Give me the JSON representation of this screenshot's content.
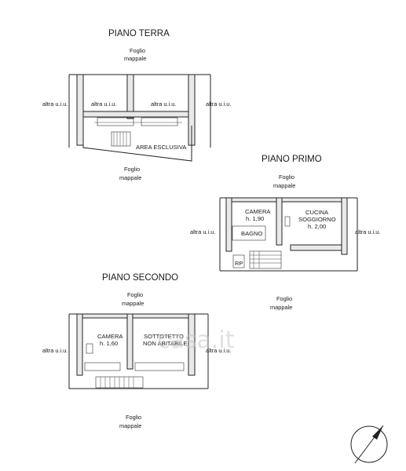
{
  "floors": {
    "ground": {
      "title": "PIANO TERRA",
      "foglio_top": "Foglio",
      "mappale_top": "mappale",
      "neighbor_left": "altra u.i.u.",
      "neighbor_inner_left": "altra u.i.u.",
      "neighbor_inner_mid": "altra u.i.u.",
      "neighbor_right": "altra u.i.u.",
      "area_label": "AREA ESCLUSIVA",
      "foglio_bottom": "Foglio",
      "mappale_bottom": "mappale"
    },
    "first": {
      "title": "PIANO PRIMO",
      "foglio_top": "Foglio",
      "mappale_top": "mappale",
      "neighbor_left": "altra u.i.u.",
      "neighbor_right": "altra u.i.u.",
      "room_camera": "CAMERA",
      "room_camera_h": "h. 1,90",
      "room_bagno": "BAGNO",
      "room_cucina_1": "CUCINA",
      "room_cucina_2": "SOGGIORNO",
      "room_cucina_h": "h. 2,00",
      "rp_label": "RP",
      "foglio_bottom": "Foglio",
      "mappale_bottom": "mappale"
    },
    "second": {
      "title": "PIANO SECONDO",
      "foglio_top": "Foglio",
      "mappale_top": "mappale",
      "neighbor_left": "altra u.i.u.",
      "neighbor_right": "altra u.i.u.",
      "room_camera": "CAMERA",
      "room_camera_h": "h. 1,60",
      "room_sottotetto_1": "SOTTOTETTO",
      "room_sottotetto_2": "NON ABITABILE",
      "foglio_bottom": "Foglio",
      "mappale_bottom": "mappale"
    }
  },
  "watermark": "casa.it",
  "north_arrow_icon": "north-arrow-icon"
}
